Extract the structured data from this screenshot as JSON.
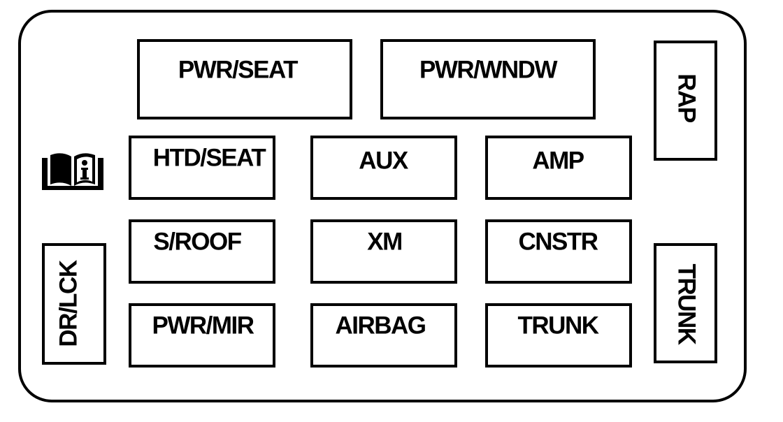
{
  "colors": {
    "line": "#000000",
    "background": "#ffffff"
  },
  "info_icon": {
    "icon": "owner-manual-info-icon",
    "glyph": "i"
  },
  "fuses": {
    "pwr_seat": "PWR/SEAT",
    "pwr_wndw": "PWR/WNDW",
    "rap": "RAP",
    "htd_seat": "HTD/SEAT",
    "aux": "AUX",
    "amp": "AMP",
    "s_roof": "S/ROOF",
    "xm": "XM",
    "cnstr": "CNSTR",
    "dr_lck": "DR/LCK",
    "pwr_mir": "PWR/MIR",
    "airbag": "AIRBAG",
    "trunk_small": "TRUNK",
    "trunk_large": "TRUNK"
  }
}
